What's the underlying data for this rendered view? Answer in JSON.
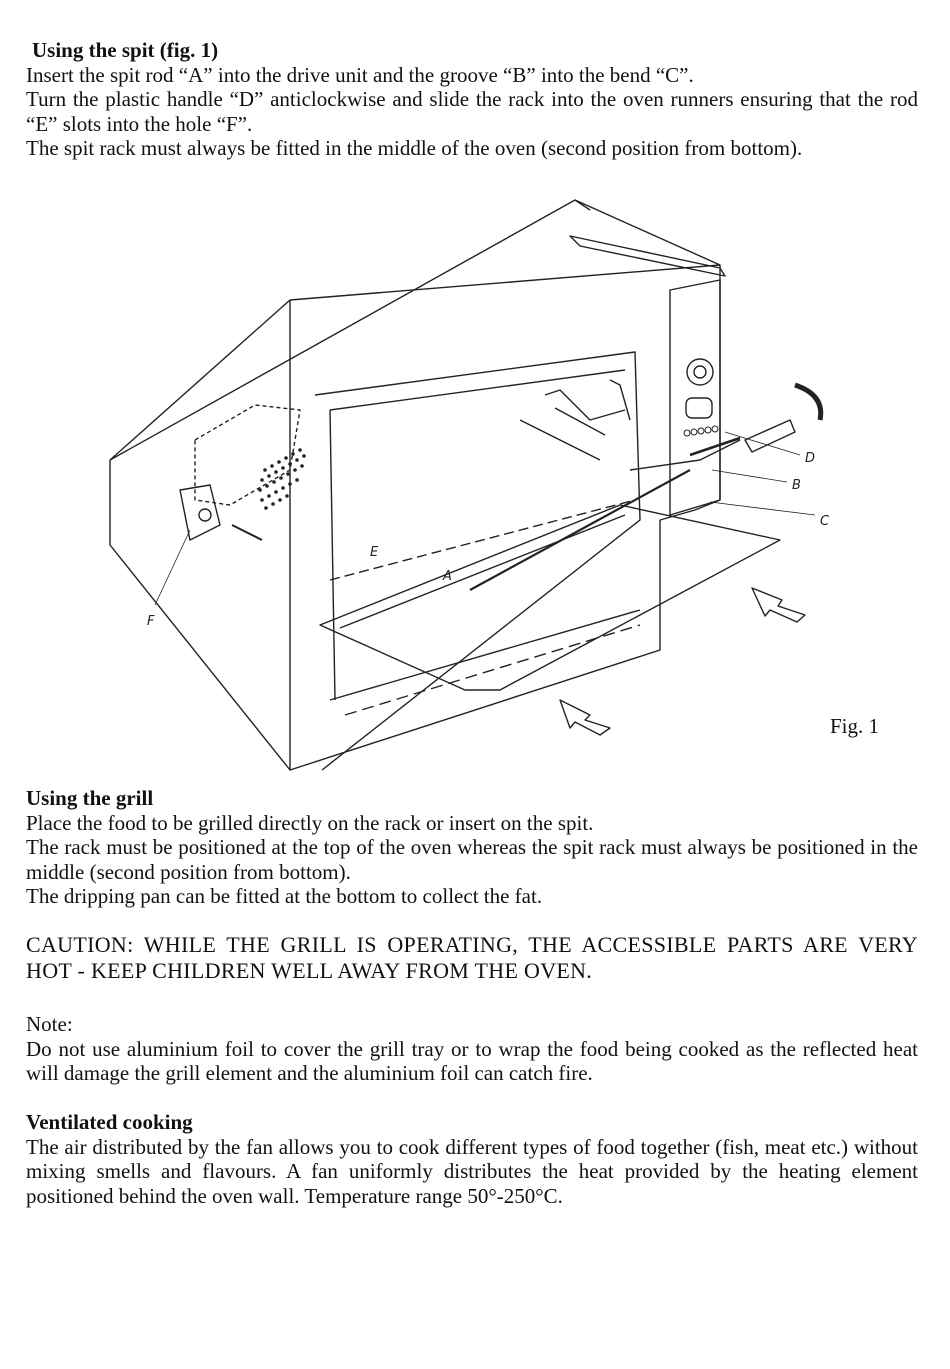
{
  "spit": {
    "heading": "Using the spit (fig. 1)",
    "lines": [
      "Insert the spit rod “A” into the drive unit and the groove “B” into the bend “C”.",
      "Turn the plastic handle “D” anticlockwise and slide the rack into the oven runners ensuring that the rod “E” slots into the hole “F”.",
      "The spit rack must always be fitted in the middle of the oven (second position from bottom)."
    ]
  },
  "figure": {
    "caption": "Fig. 1",
    "labels": {
      "a": "A",
      "b": "B",
      "c": "C",
      "d": "D",
      "e": "E",
      "f": "F"
    }
  },
  "grill": {
    "heading": "Using the grill",
    "lines": [
      "Place the food to be grilled directly on the rack or insert on the spit.",
      "The rack must be positioned at the top of the oven whereas the spit rack must always be positioned in the middle (second position from bottom).",
      "The dripping pan can be fitted at the bottom to collect the fat."
    ]
  },
  "caution": {
    "text": "CAUTION: WHILE THE GRILL IS OPERATING, THE ACCESSIBLE PARTS ARE VERY HOT - KEEP CHILDREN WELL AWAY FROM THE OVEN."
  },
  "note": {
    "heading": "Note:",
    "text": "Do not use aluminium foil to cover the grill tray or to wrap the food being cooked as the reflected heat will damage the grill element and the aluminium foil can catch fire."
  },
  "ventilated": {
    "heading": "Ventilated cooking",
    "text": "The air distributed by the fan allows you to cook different types of food together (fish, meat etc.) without mixing smells and flavours. A fan uniformly distributes the heat provided by the heating element positioned behind the oven wall. Temperature range 50°-250°C."
  }
}
